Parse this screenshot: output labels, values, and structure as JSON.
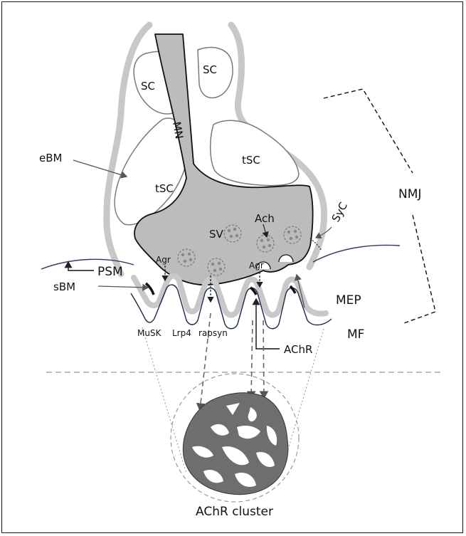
{
  "labels": {
    "sc_left": "SC",
    "sc_right": "SC",
    "mn": "MN",
    "tsc_left": "tSC",
    "tsc_right": "tSC",
    "ebm": "eBM",
    "nmj": "NMJ",
    "syc": "SyC",
    "ach": "Ach",
    "sv": "SV",
    "agr_left": "Agr",
    "agr_right": "Agr",
    "psm": "PSM",
    "sbm": "sBM",
    "mep": "MEP",
    "mf": "MF",
    "musk": "MuSK",
    "lrp4": "Lrp4",
    "rapsyn": "rapsyn",
    "achr": "AChR",
    "achr_cluster": "AChR cluster"
  },
  "colors": {
    "nerve_fill": "#bcbcbc",
    "vesicle_fill": "#a9a9a9",
    "basement_membrane": "#c8c8c8",
    "muscle_line": "#2c3e5c",
    "cluster_fill": "#6e6e6e",
    "arrow": "#555555"
  }
}
